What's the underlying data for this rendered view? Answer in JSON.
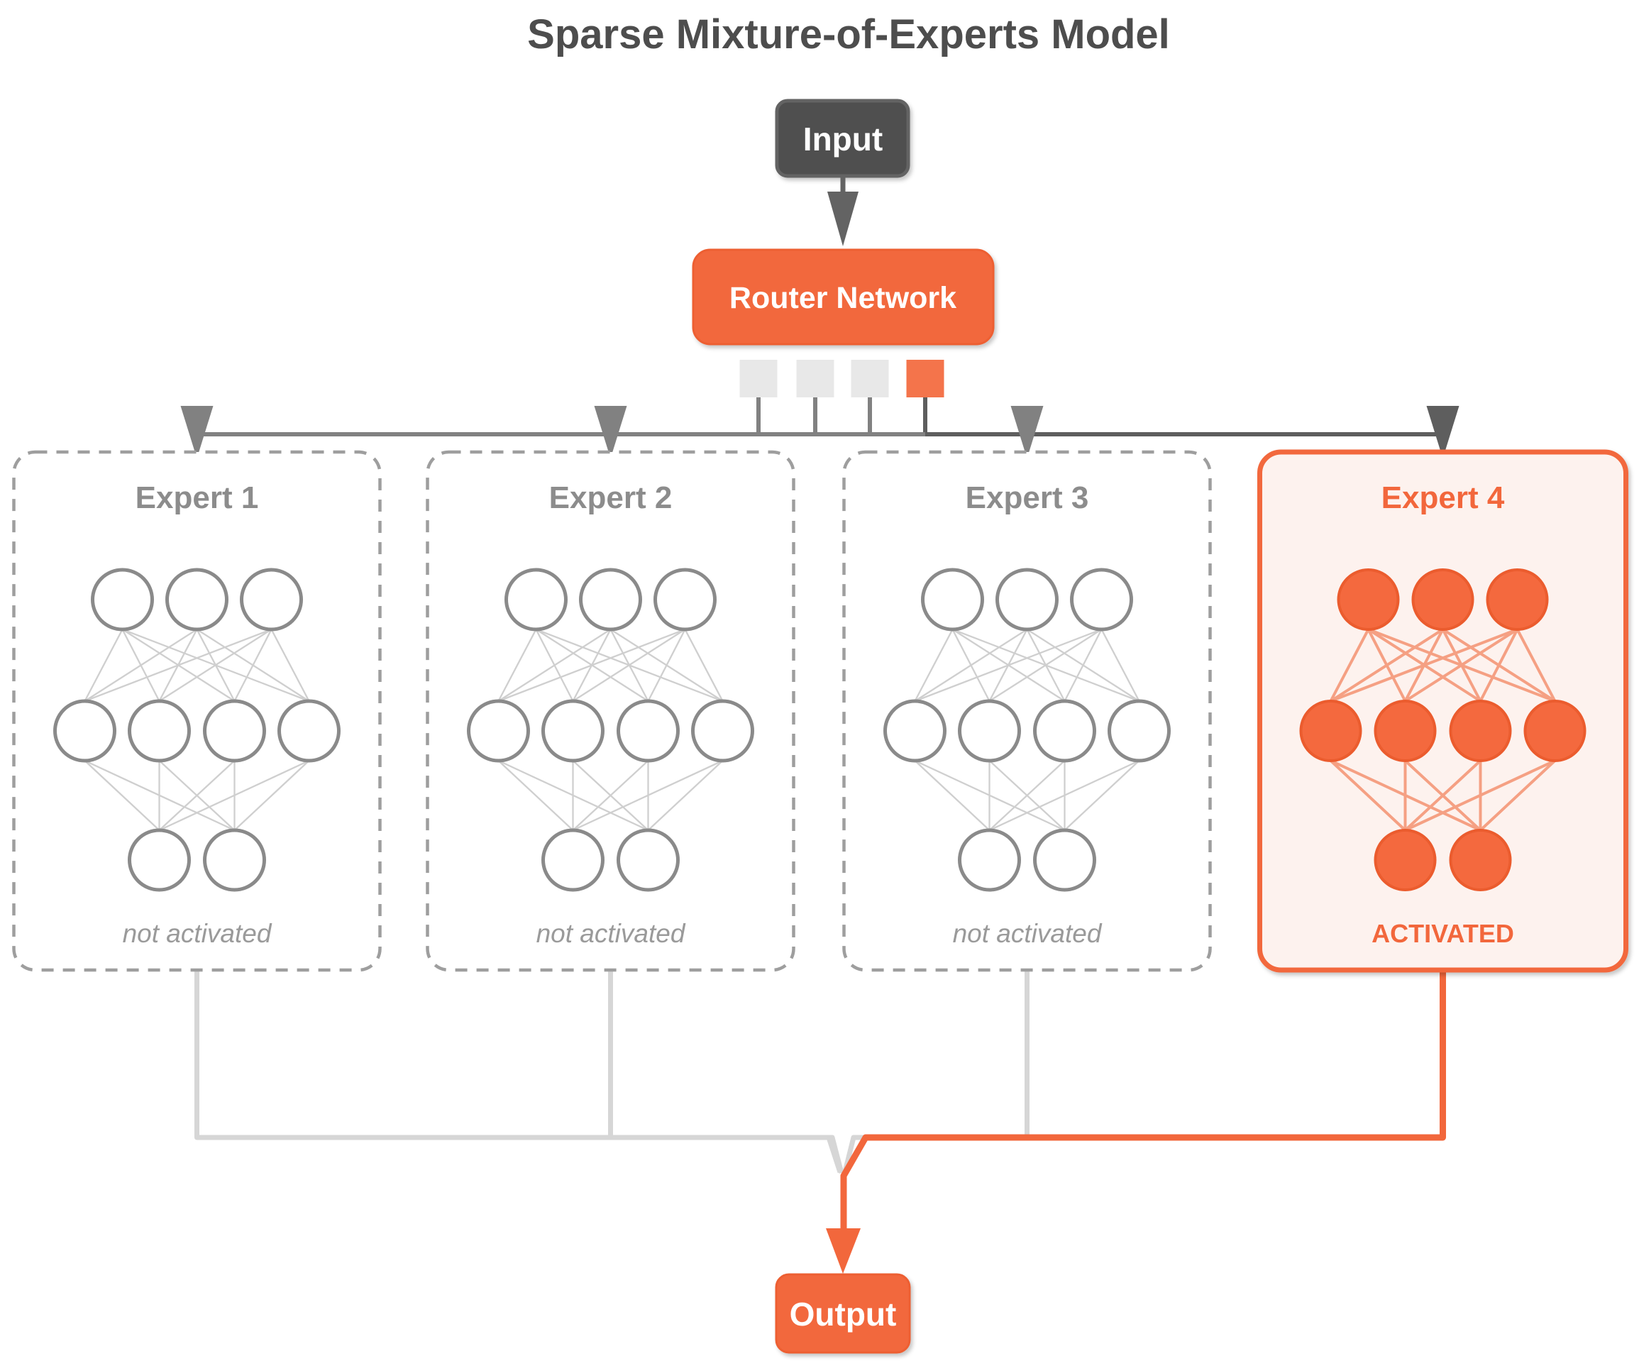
{
  "title": "Sparse Mixture-of-Experts Model",
  "nodes": {
    "input": {
      "label": "Input"
    },
    "router": {
      "label": "Router Network"
    },
    "output": {
      "label": "Output"
    }
  },
  "router_gates": {
    "count": 4,
    "selected_index": 3,
    "inactive_color": "#E8E8E8",
    "active_color": "#F4744B"
  },
  "experts": [
    {
      "label": "Expert 1",
      "status": "not activated",
      "activated": false
    },
    {
      "label": "Expert 2",
      "status": "not activated",
      "activated": false
    },
    {
      "label": "Expert 3",
      "status": "not activated",
      "activated": false
    },
    {
      "label": "Expert 4",
      "status": "ACTIVATED",
      "activated": true
    }
  ],
  "network_structure": {
    "layers": [
      3,
      4,
      2
    ]
  },
  "colors": {
    "accent_orange": "#F2673C",
    "accent_orange_stroke": "#ED5F33",
    "expert_bg_light": "#FDF2EE",
    "node_orange_fill": "#F4693E",
    "node_orange_stroke": "#EB5C2E",
    "link_orange": "#F5A083",
    "node_gray_stroke": "#8A8A8A",
    "link_gray": "#CFCFCF",
    "dashed_border_gray": "#9E9E9E",
    "expert_title_gray": "#8C8C8C",
    "line_gray": "#818181",
    "line_dark": "#5E5E5E",
    "merge_gray": "#D6D6D6",
    "input_arrow_gray": "#636363",
    "title_color": "#4D4D4D"
  }
}
